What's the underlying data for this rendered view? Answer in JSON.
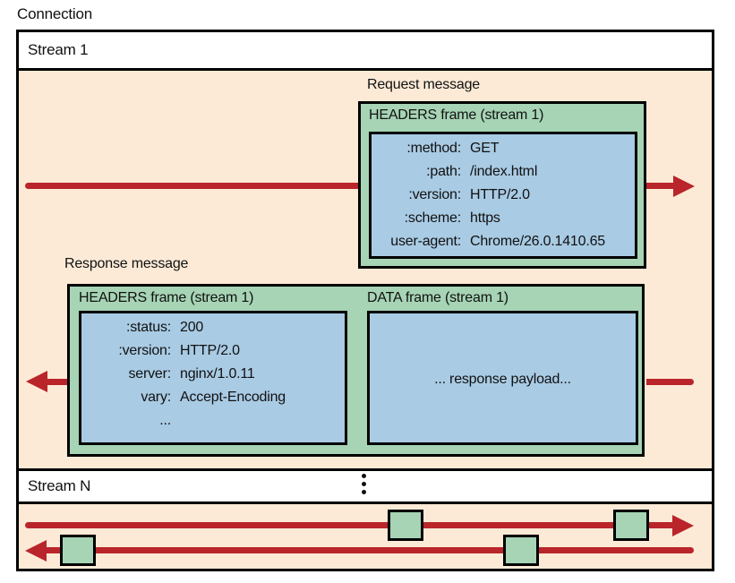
{
  "colors": {
    "canvas_bg": "#ffffff",
    "stream_bg": "#fcead6",
    "frame_green": "#a6d4b5",
    "headers_blue": "#a9cbe4",
    "arrow_red": "#b9252a",
    "border": "#000000",
    "text": "#111111"
  },
  "connection": {
    "label": "Connection"
  },
  "stream1": {
    "label": "Stream 1",
    "request": {
      "message_label": "Request message",
      "frame_title": "HEADERS frame (stream 1)",
      "headers": [
        {
          "key": ":method:",
          "value": "GET"
        },
        {
          "key": ":path:",
          "value": "/index.html"
        },
        {
          "key": ":version:",
          "value": "HTTP/2.0"
        },
        {
          "key": ":scheme:",
          "value": "https"
        },
        {
          "key": "user-agent:",
          "value": "Chrome/26.0.1410.65"
        }
      ]
    },
    "response": {
      "message_label": "Response message",
      "headers_frame_title": "HEADERS frame (stream 1)",
      "headers": [
        {
          "key": ":status:",
          "value": "200"
        },
        {
          "key": ":version:",
          "value": "HTTP/2.0"
        },
        {
          "key": "server:",
          "value": "nginx/1.0.11"
        },
        {
          "key": "vary:",
          "value": "Accept-Encoding"
        },
        {
          "key": "...",
          "value": ""
        }
      ],
      "data_frame_title": "DATA frame (stream 1)",
      "data_frame_payload": "... response payload..."
    }
  },
  "streamN": {
    "label": "Stream N",
    "ellipsis_icon": "vertical-dots"
  }
}
